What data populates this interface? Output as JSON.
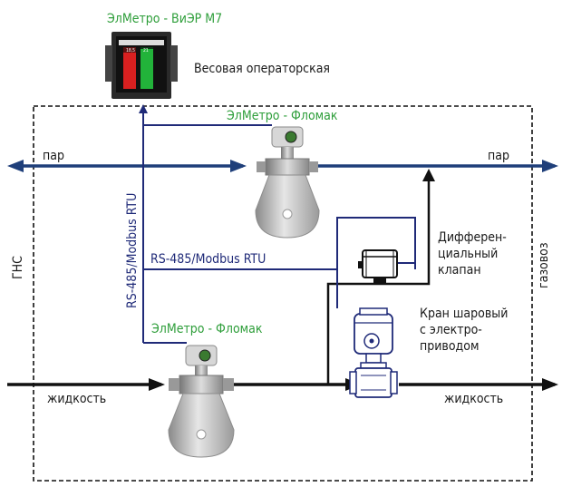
{
  "title_device": "ЭлМетро - ВиЭР М7",
  "weigh_room": "Весовая операторская",
  "flowmeter_top": "ЭлМетро - Фломак",
  "flowmeter_bottom": "ЭлМетро - Фломак",
  "steam_left": "пар",
  "steam_right": "пар",
  "liquid_left": "жидкость",
  "liquid_right": "жидкость",
  "bus_vertical": "RS-485/Modbus RTU",
  "bus_horizontal": "RS-485/Modbus RTU",
  "diff_valve_lines": [
    "Дифферен-",
    "циальный",
    "клапан"
  ],
  "ball_valve_lines": [
    "Кран шаровый",
    "с электро-",
    "приводом"
  ],
  "gns": "ГНС",
  "gas_truck": "газовоз",
  "recorder_display": {
    "left_value": "18,5",
    "right_value": "21"
  },
  "colors": {
    "navy": "#1f2a78",
    "green": "#2e9e3a",
    "black": "#1a1a1a",
    "recorder_frame": "#2a2a2a"
  }
}
